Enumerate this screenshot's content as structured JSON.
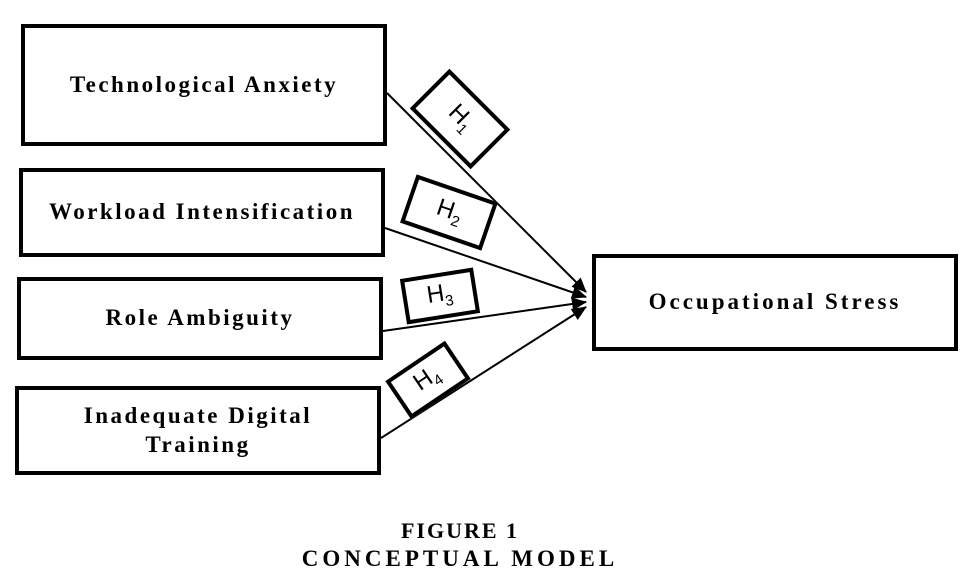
{
  "figure": {
    "caption_line1": "FIGURE 1",
    "caption_line2": "CONCEPTUAL MODEL"
  },
  "predictors": [
    {
      "label": "Technological Anxiety"
    },
    {
      "label": "Workload Intensification"
    },
    {
      "label": "Role Ambiguity"
    },
    {
      "label": "Inadequate Digital Training"
    }
  ],
  "outcome": {
    "label": "Occupational Stress"
  },
  "hypotheses": [
    {
      "base": "H",
      "sub": "1"
    },
    {
      "base": "H",
      "sub": "2"
    },
    {
      "base": "H",
      "sub": "3"
    },
    {
      "base": "H",
      "sub": "4"
    }
  ],
  "colors": {
    "background": "#ffffff",
    "box_border": "#000000",
    "text": "#000000",
    "arrow": "#000000"
  }
}
